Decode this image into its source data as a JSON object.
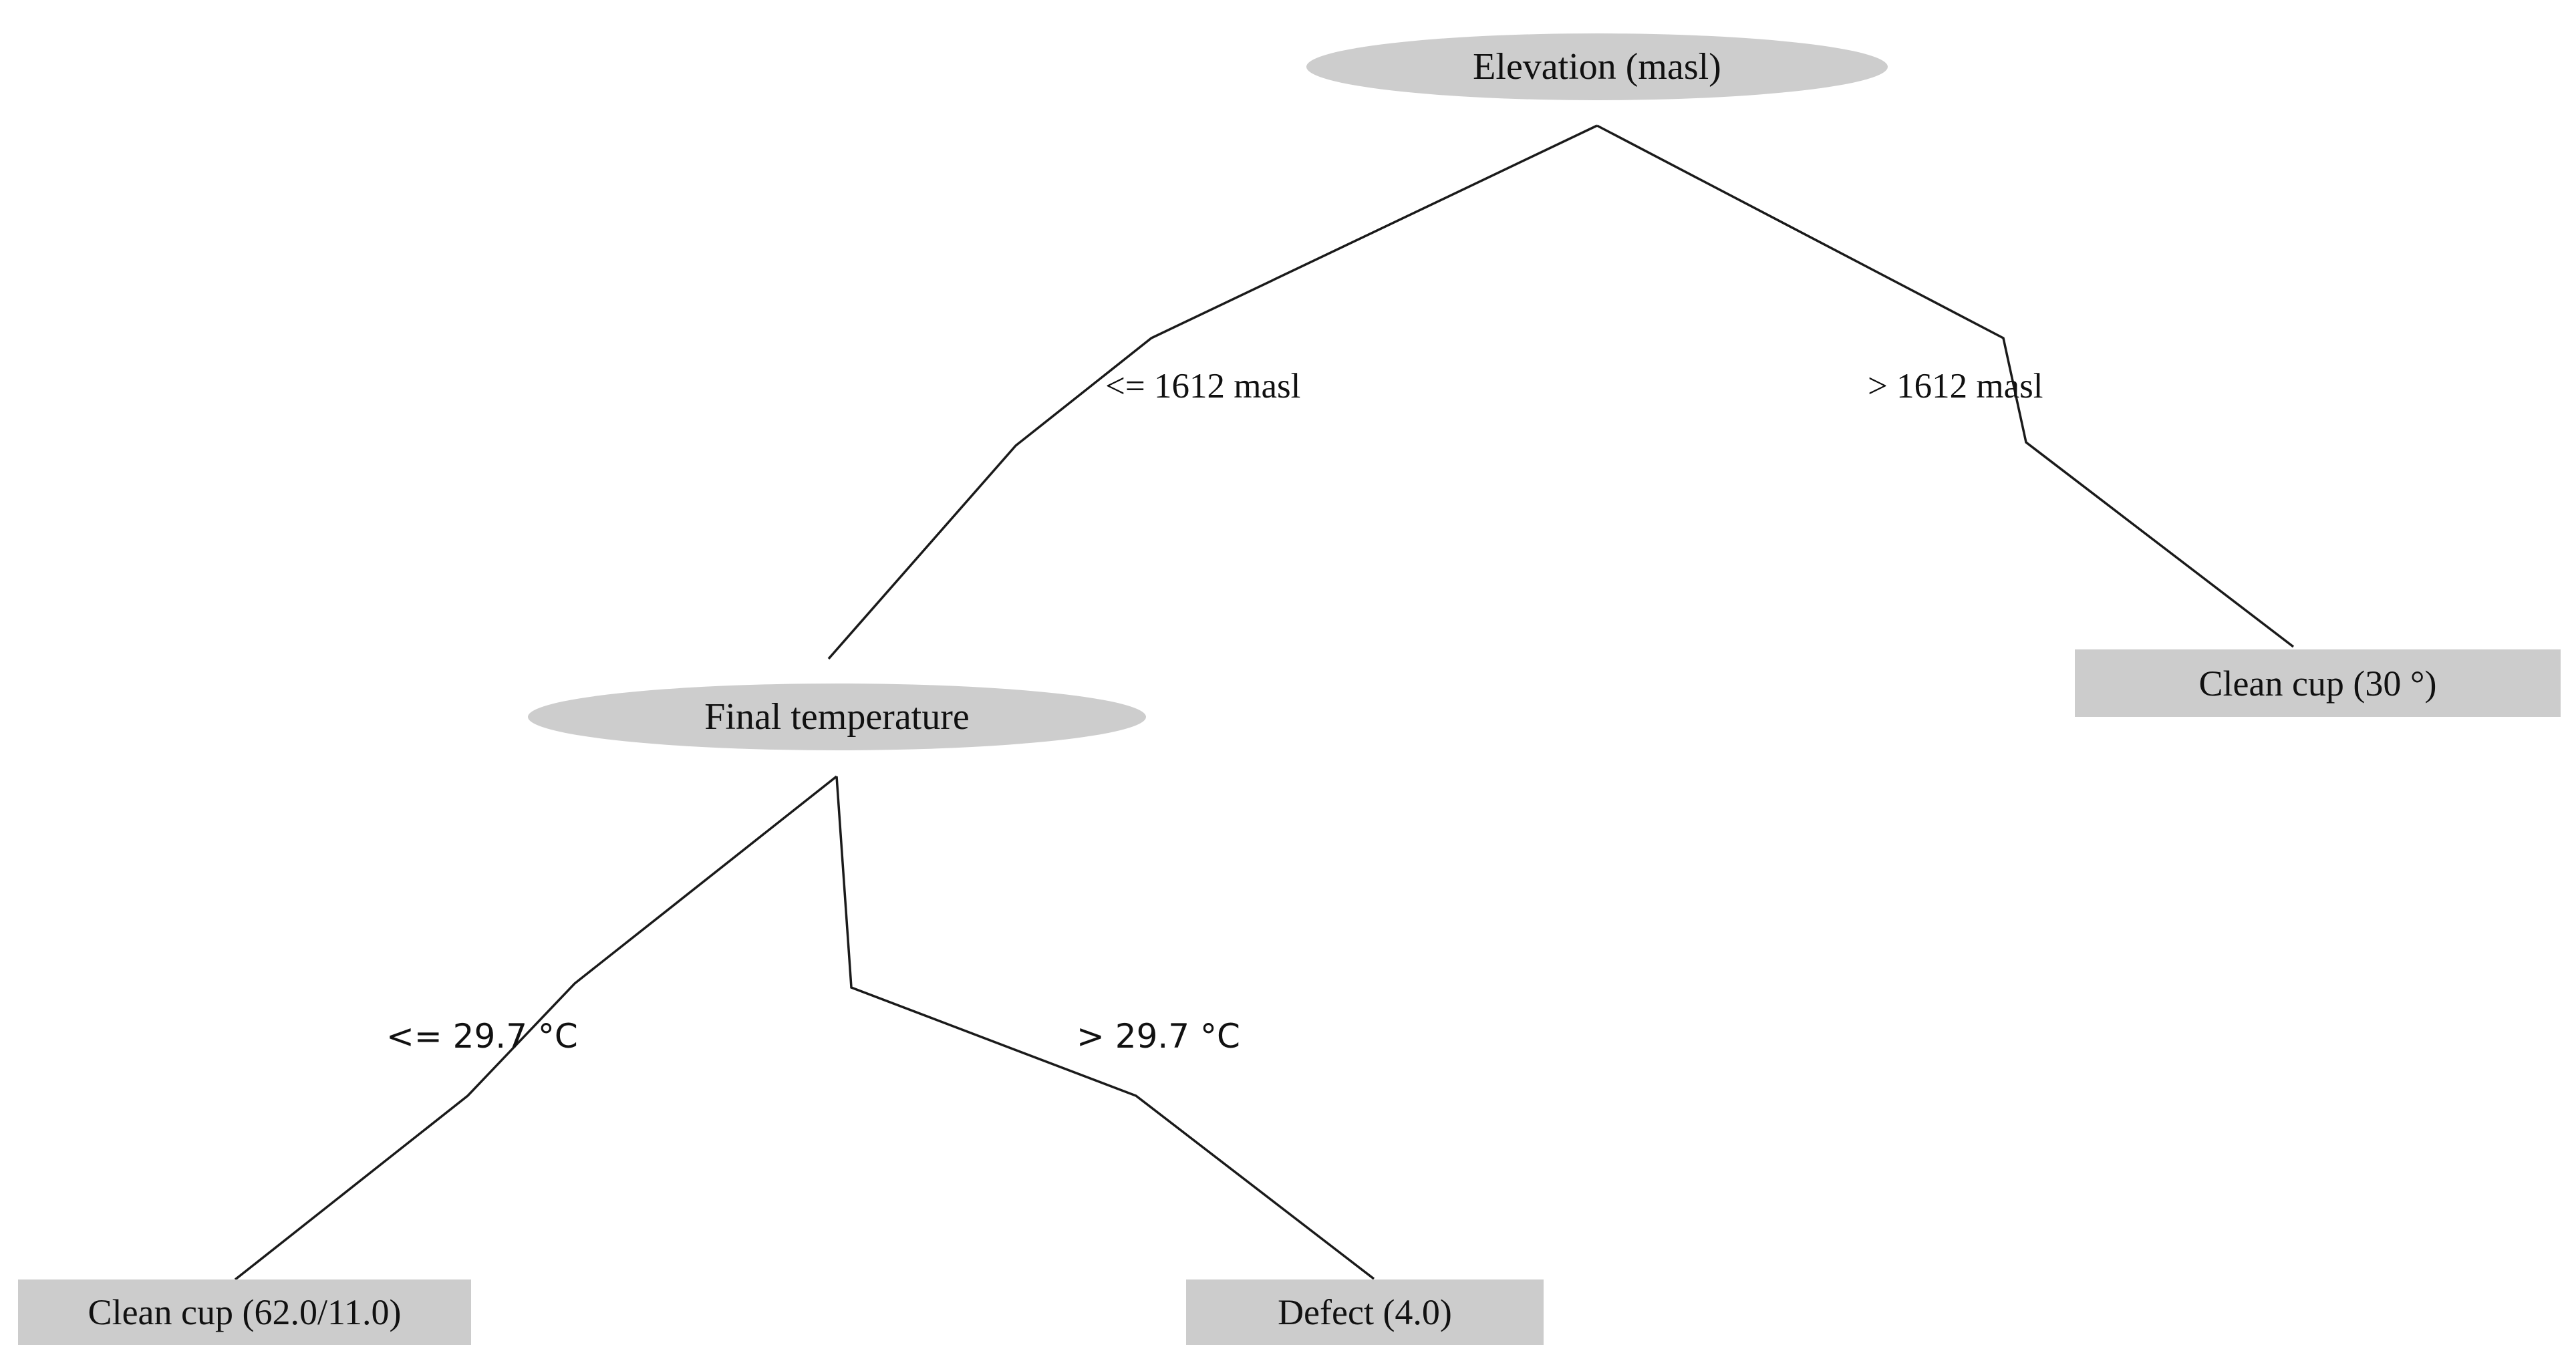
{
  "diagram": {
    "type": "decision-tree",
    "background_color": "#ffffff",
    "node_fill_color": "#cccccc",
    "edge_color": "#1a1a1a",
    "text_color": "#111111",
    "nodes": [
      {
        "id": "root",
        "shape": "ellipse",
        "label": "Elevation (masl)",
        "role": "decision",
        "attribute": "Elevation (masl)"
      },
      {
        "id": "final-temp",
        "shape": "ellipse",
        "label": "Final temperature",
        "role": "decision",
        "attribute": "Final temperature"
      },
      {
        "id": "leaf-clean-30",
        "shape": "rectangle",
        "label": "Clean cup (30 °)",
        "role": "leaf",
        "class": "Clean cup",
        "count": "30 °"
      },
      {
        "id": "leaf-clean-62",
        "shape": "rectangle",
        "label": "Clean cup (62.0/11.0)",
        "role": "leaf",
        "class": "Clean cup",
        "count": "62.0/11.0"
      },
      {
        "id": "leaf-defect",
        "shape": "rectangle",
        "label": "Defect (4.0)",
        "role": "leaf",
        "class": "Defect",
        "count": "4.0"
      }
    ],
    "edges": [
      {
        "id": "e-root-left",
        "from": "root",
        "to": "final-temp",
        "label": "<= 1612 masl"
      },
      {
        "id": "e-root-right",
        "from": "root",
        "to": "leaf-clean-30",
        "label": "> 1612 masl"
      },
      {
        "id": "e-ft-left",
        "from": "final-temp",
        "to": "leaf-clean-62",
        "label": "<= 29.7 °C"
      },
      {
        "id": "e-ft-right",
        "from": "final-temp",
        "to": "leaf-defect",
        "label": "> 29.7 °C"
      }
    ]
  }
}
